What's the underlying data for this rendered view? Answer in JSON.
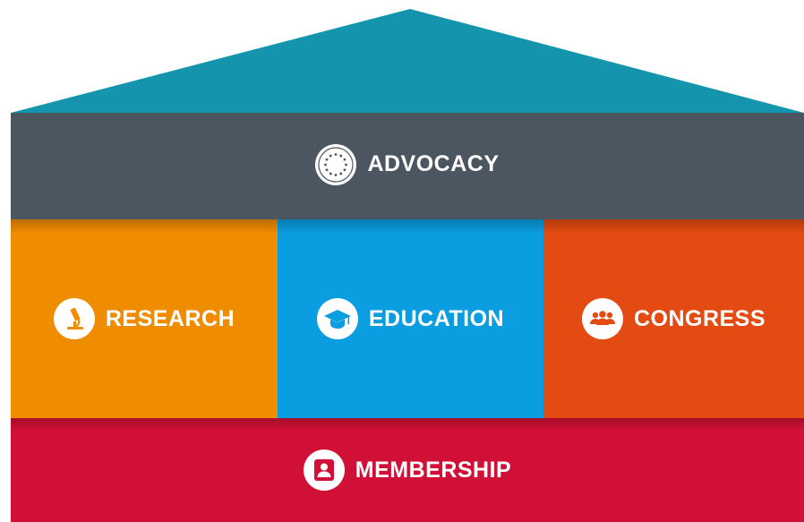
{
  "house": {
    "advocacy": {
      "label": "ADVOCACY",
      "icon": "eu-stars-icon",
      "color": "#4b5660"
    },
    "pillars": [
      {
        "label": "RESEARCH",
        "icon": "microscope-icon",
        "color": "#f08c00"
      },
      {
        "label": "EDUCATION",
        "icon": "graduation-cap-icon",
        "color": "#0a9de0"
      },
      {
        "label": "CONGRESS",
        "icon": "people-group-icon",
        "color": "#e34b12"
      }
    ],
    "membership": {
      "label": "MEMBERSHIP",
      "icon": "person-icon",
      "color": "#d01036"
    },
    "roof_color": "#1595ad"
  }
}
